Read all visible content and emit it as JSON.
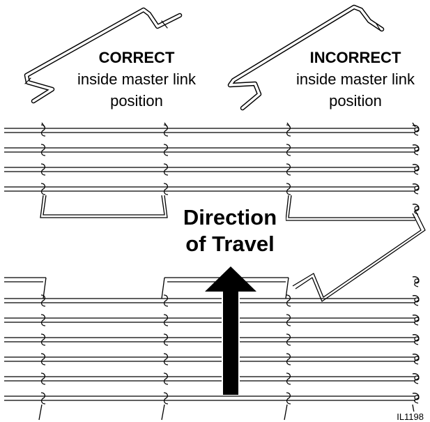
{
  "correct": {
    "heading": "CORRECT",
    "line1": "inside master link",
    "line2": "position"
  },
  "incorrect": {
    "heading": "INCORRECT",
    "line1": "inside master link",
    "line2": "position"
  },
  "direction": {
    "line1": "Direction",
    "line2": "of Travel"
  },
  "figure_id": "IL1198"
}
